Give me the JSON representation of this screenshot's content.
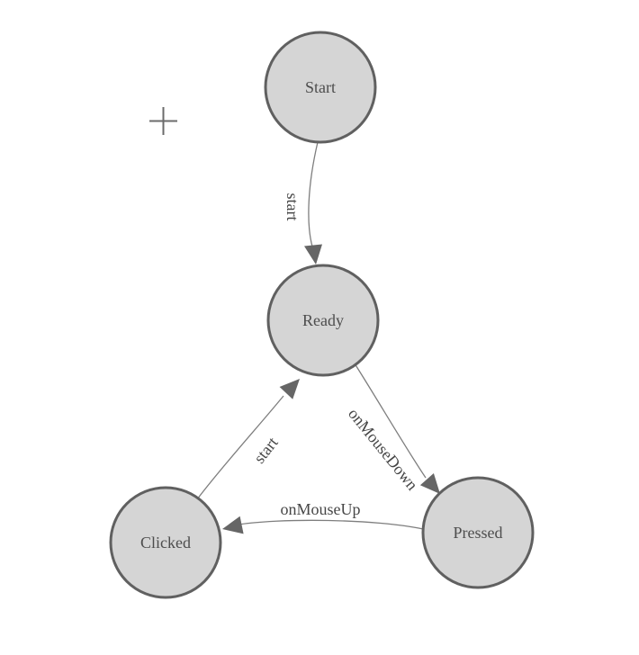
{
  "canvas": {
    "background": "#ffffff"
  },
  "palette": {
    "node_fill": "#d5d5d5",
    "node_stroke": "#606060",
    "edge_stroke": "#7e7e7e",
    "arrow_fill": "#666666",
    "node_label_color": "#4d4d4d",
    "edge_label_color": "#464646",
    "plus_color": "#6b6b6b"
  },
  "icons": {
    "plus_icon": "plus-crosshair"
  },
  "diagram": {
    "type": "state-machine",
    "nodes": [
      {
        "id": "start",
        "label": "Start"
      },
      {
        "id": "ready",
        "label": "Ready"
      },
      {
        "id": "clicked",
        "label": "Clicked"
      },
      {
        "id": "pressed",
        "label": "Pressed"
      }
    ],
    "edges": [
      {
        "from": "Start",
        "to": "Ready",
        "label": "start"
      },
      {
        "from": "Ready",
        "to": "Pressed",
        "label": "onMouseDown"
      },
      {
        "from": "Pressed",
        "to": "Clicked",
        "label": "onMouseUp"
      },
      {
        "from": "Clicked",
        "to": "Ready",
        "label": "start"
      }
    ]
  }
}
